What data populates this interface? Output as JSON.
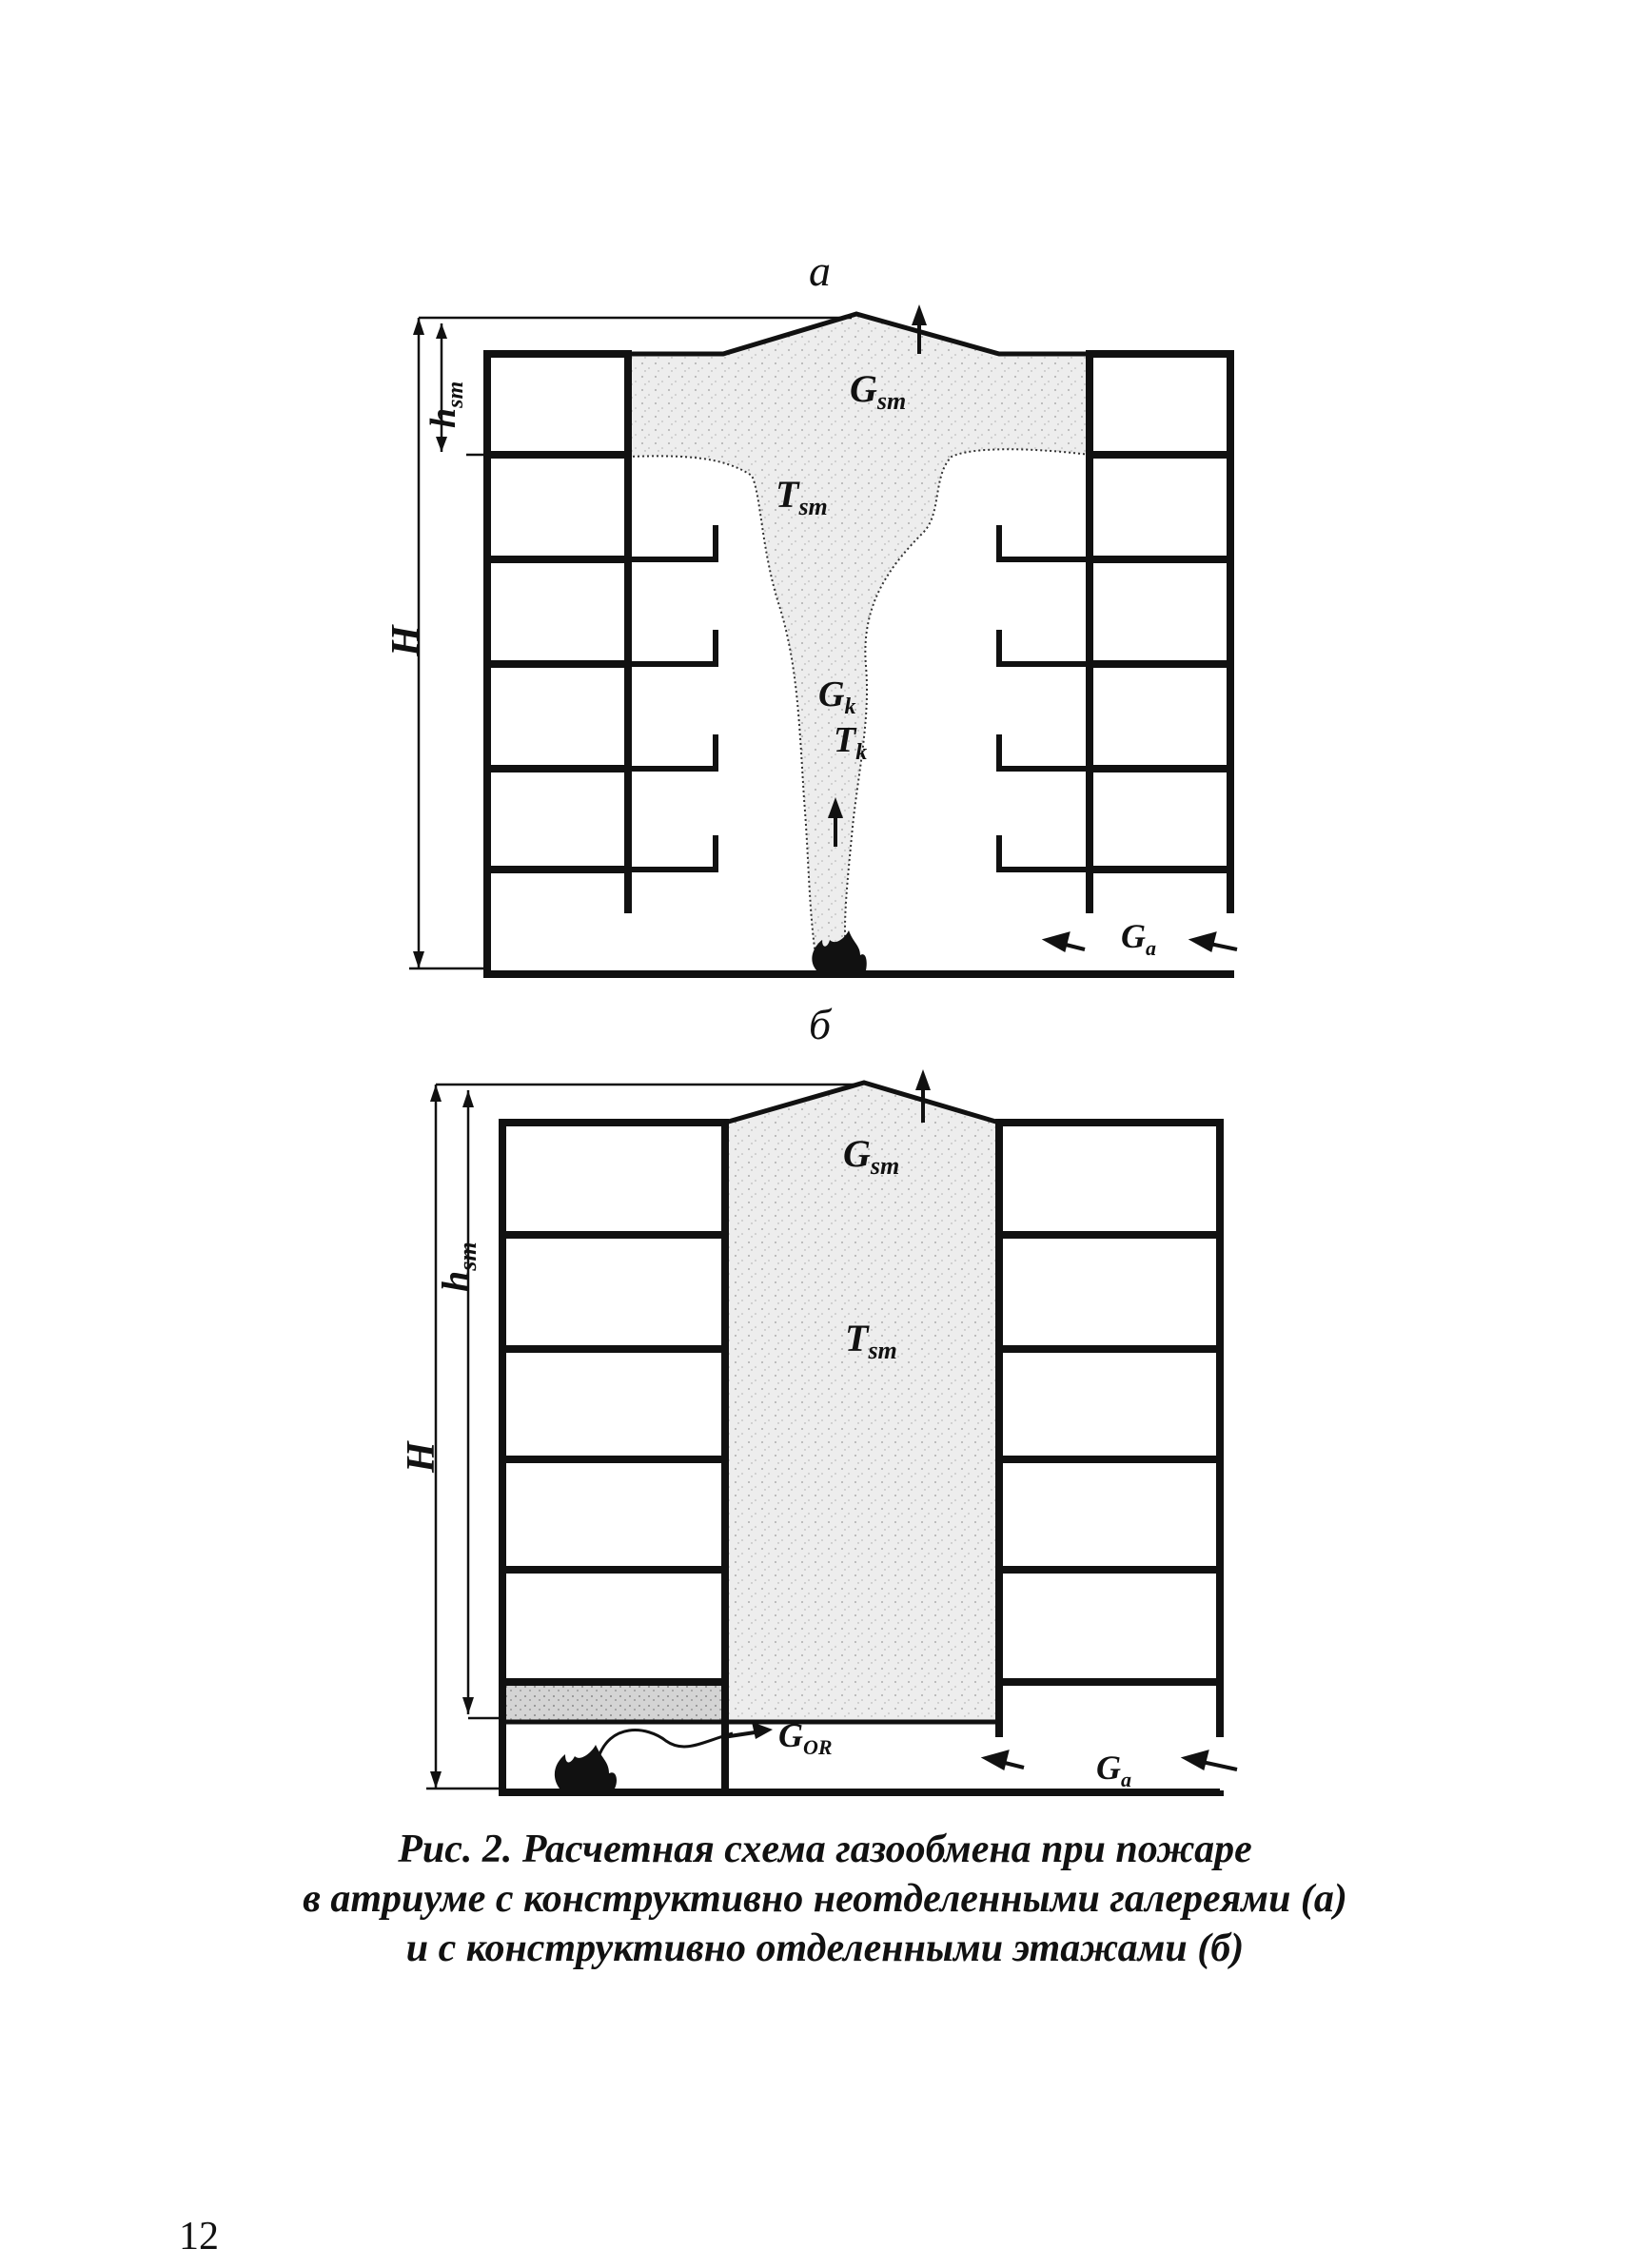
{
  "figure": {
    "panel_a": {
      "letter": "а",
      "labels": {
        "h_sm": "h",
        "h_sm_sub": "sm",
        "H": "H",
        "G_sm": "G",
        "G_sm_sub": "sm",
        "T_sm": "T",
        "T_sm_sub": "sm",
        "G_k": "G",
        "G_k_sub": "k",
        "T_k": "T",
        "T_k_sub": "k",
        "G_a": "G",
        "G_a_sub": "a"
      }
    },
    "panel_b": {
      "letter": "б",
      "labels": {
        "h_sm": "h",
        "h_sm_sub": "sm",
        "H": "H",
        "G_sm": "G",
        "G_sm_sub": "sm",
        "T_sm": "T",
        "T_sm_sub": "sm",
        "G_OR": "G",
        "G_OR_sub": "OR",
        "G_a": "G",
        "G_a_sub": "a"
      }
    },
    "caption": {
      "line1": "Рис. 2. Расчетная схема газообмена при пожаре",
      "line2": "в атриуме с конструктивно неотделенными галереями (а)",
      "line3": "и с конструктивно отделенными этажами (б)"
    }
  },
  "page_number": "12",
  "colors": {
    "ink": "#111111",
    "smoke": "#e6e6e6",
    "fire": "#111111"
  }
}
